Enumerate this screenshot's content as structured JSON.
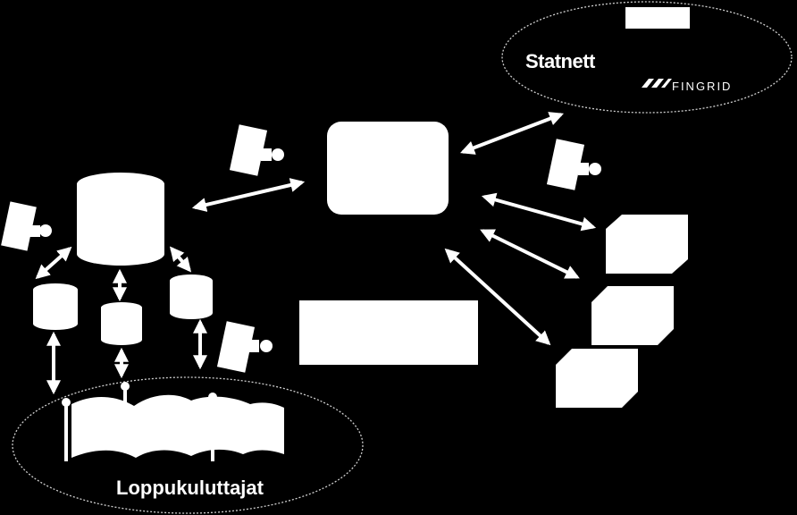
{
  "tso_logos": {
    "statnett": "Statnett",
    "fingrid": "FINGRID"
  },
  "consumers_label": "Loppukuluttajat",
  "colors": {
    "background": "#000000",
    "foreground": "#ffffff",
    "ellipse_outline": "#cfcfcf"
  }
}
